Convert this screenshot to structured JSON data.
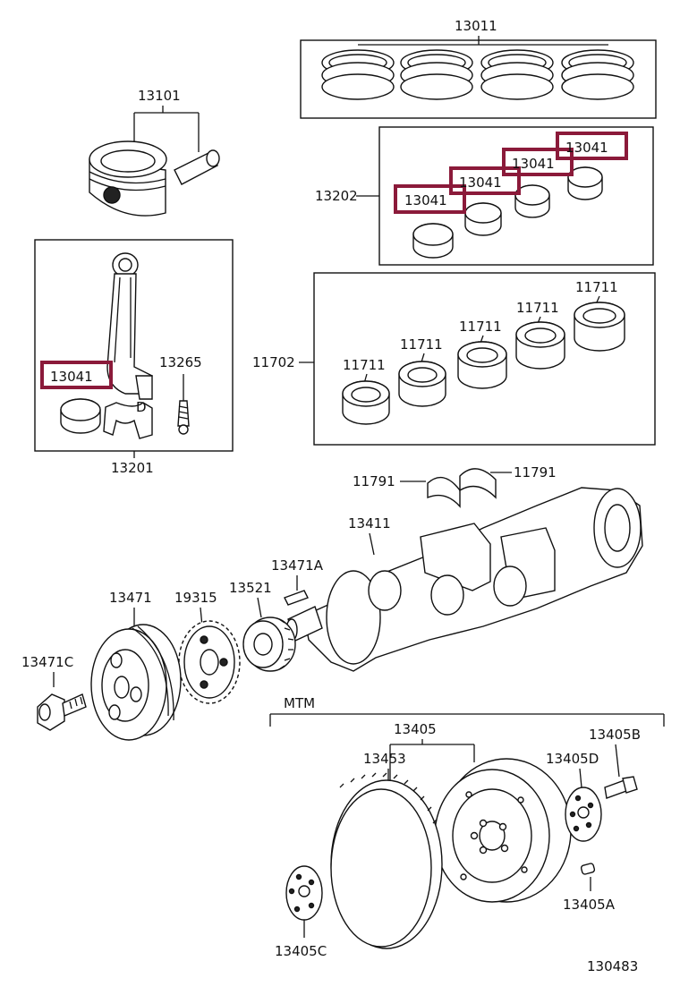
{
  "colors": {
    "line": "#111111",
    "highlight": "#8b1a3a",
    "background": "#ffffff"
  },
  "labels": {
    "piston_rings": "13011",
    "piston": "13101",
    "conrod_bearing_set": "13202",
    "conrod_bearing": "13041",
    "conrod_bolt": "13265",
    "conrod_assembly": "13201",
    "main_bearing_set": "11702",
    "main_bearing": "11711",
    "thrust_washer": "11791",
    "crankshaft": "13411",
    "key": "13471A",
    "crank_pulley": "13471",
    "timing_pulley": "19315",
    "crank_gear": "13521",
    "pulley_bolt": "13471C",
    "transmission_note": "MTM",
    "flywheel": "13405",
    "ring_gear": "13453",
    "flywheel_bolt": "13405B",
    "flywheel_plate_right": "13405D",
    "flywheel_pin": "13405A",
    "flywheel_plate_left": "13405C",
    "diagram_number": "130483"
  }
}
